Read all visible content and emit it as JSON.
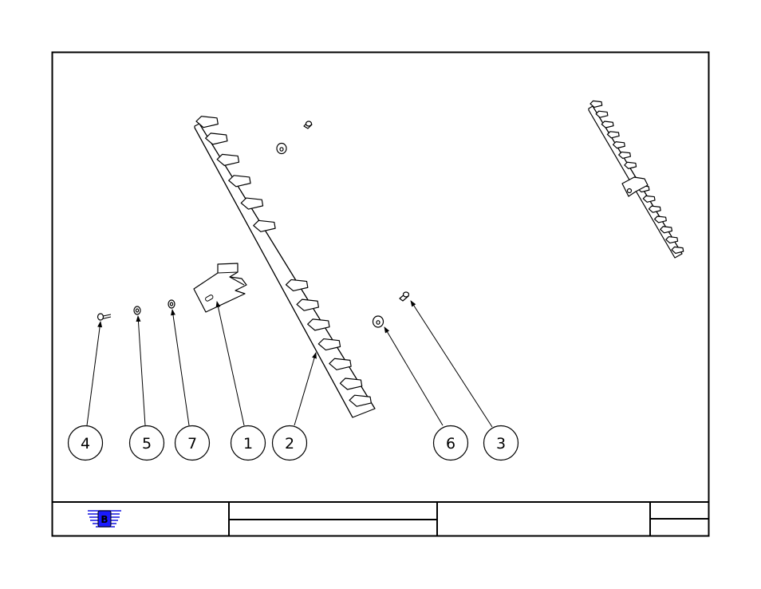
{
  "balloons": [
    {
      "label": "4"
    },
    {
      "label": "5"
    },
    {
      "label": "7"
    },
    {
      "label": "1"
    },
    {
      "label": "2"
    },
    {
      "label": "6"
    },
    {
      "label": "3"
    }
  ],
  "title_block": {
    "logo_letter": "B",
    "logo_color": "#1010e0"
  }
}
